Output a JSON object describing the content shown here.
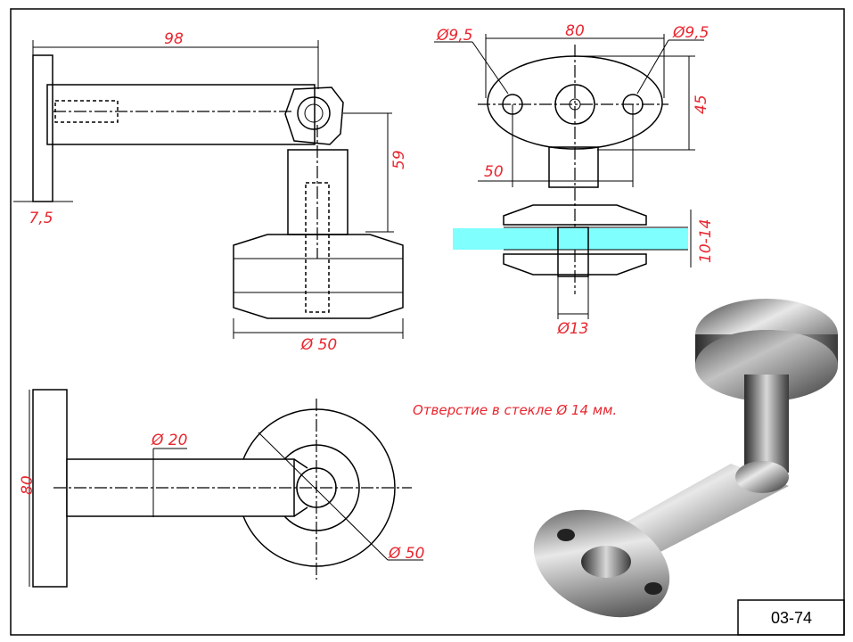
{
  "drawing": {
    "side_view": {
      "width_98": "98",
      "flange_7_5": "7,5",
      "height_59": "59",
      "disc_dia": "Ø 50"
    },
    "front_view": {
      "hole_left": "Ø9,5",
      "hole_right": "Ø9,5",
      "width_80": "80",
      "height_45": "45",
      "hole_spacing_50": "50",
      "glass_thickness": "10-14",
      "bolt_dia": "Ø13",
      "glass_color": "#80ffff"
    },
    "top_view": {
      "arm_dia": "Ø 20",
      "height_80": "80",
      "disc_dia": "Ø 50"
    },
    "note": "Отверстие в стекле  Ø  14 мм.",
    "code": "03-74"
  }
}
